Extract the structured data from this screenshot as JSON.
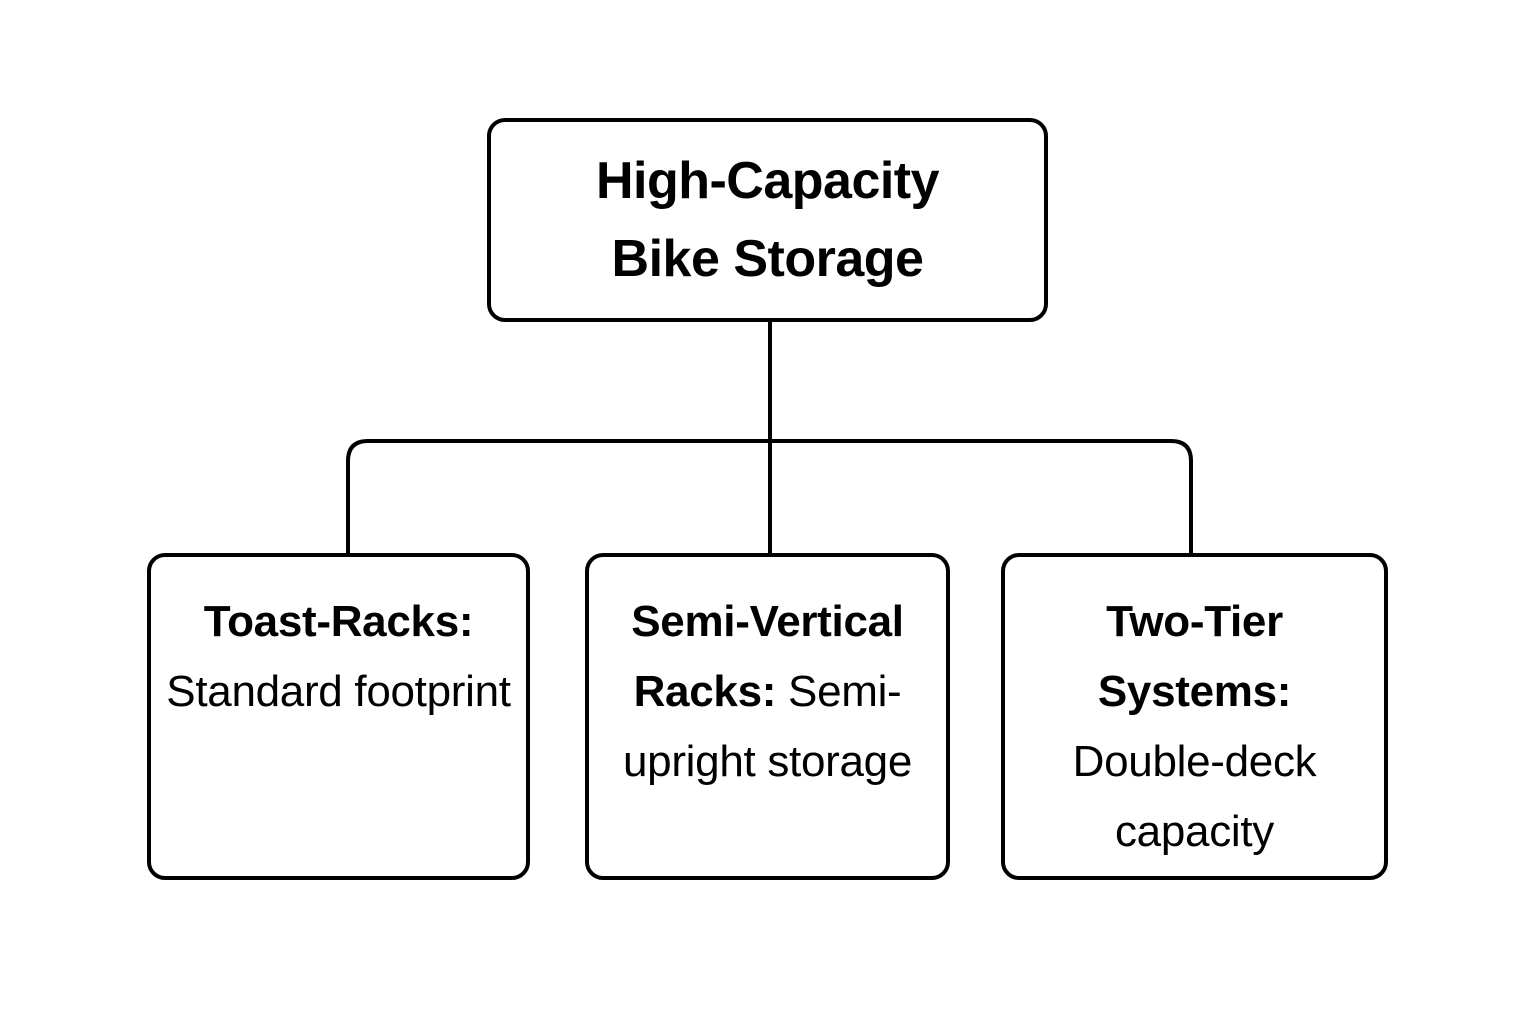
{
  "diagram": {
    "type": "hierarchy-tree",
    "orientation": "top-down",
    "background_color": "#ffffff",
    "line_color": "#000000",
    "text_color": "#000000",
    "root": {
      "title": "High-Capacity\nBike Storage"
    },
    "children": [
      {
        "term": "Toast-Racks:",
        "description": "Standard footprint"
      },
      {
        "term": "Semi-Vertical Racks:",
        "description": "Semi-upright storage"
      },
      {
        "term": "Two-Tier Systems:",
        "description": "Double-deck capacity"
      }
    ]
  }
}
